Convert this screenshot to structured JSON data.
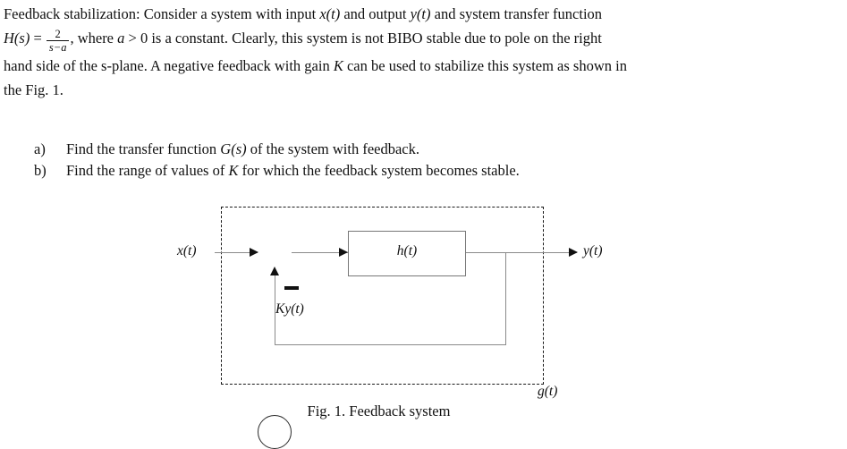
{
  "problem": {
    "line1_a": "Feedback stabilization: Consider a system with input ",
    "line1_var_x": "x(t)",
    "line1_b": " and output ",
    "line1_var_y": "y(t)",
    "line1_c": " and system transfer function",
    "line2_lhs": "H(s)",
    "line2_eq": " = ",
    "frac_numerator": "2",
    "frac_denominator": "s−a",
    "line2_a": ", where ",
    "line2_var_a": "a",
    "line2_b": " > 0 is a constant. Clearly, this system is not BIBO stable due to pole on the right",
    "line3_a": "hand side of the s-plane. A negative feedback with gain ",
    "line3_var_K": "K",
    "line3_b": " can be used to stabilize this system as shown in",
    "line4": "the Fig. 1."
  },
  "questions": [
    {
      "marker": "a)",
      "text_a": "Find the transfer function ",
      "var": "G(s)",
      "text_b": " of the system with feedback."
    },
    {
      "marker": "b)",
      "text_a": "Find the range of values of ",
      "var": "K",
      "text_b": " for which the feedback system becomes stable."
    }
  ],
  "figure": {
    "input_label": "x(t)",
    "output_label": "y(t)",
    "block_label": "h(t)",
    "feedback_label": "Ky(t)",
    "system_label": "g(t)",
    "sign_label": "−",
    "caption": "Fig. 1. Feedback system"
  },
  "colors": {
    "text": "#111111",
    "wire": "#8a8a8a",
    "block_border": "#777777",
    "dashed_border": "#1a1a1a",
    "arrow": "#111111"
  }
}
